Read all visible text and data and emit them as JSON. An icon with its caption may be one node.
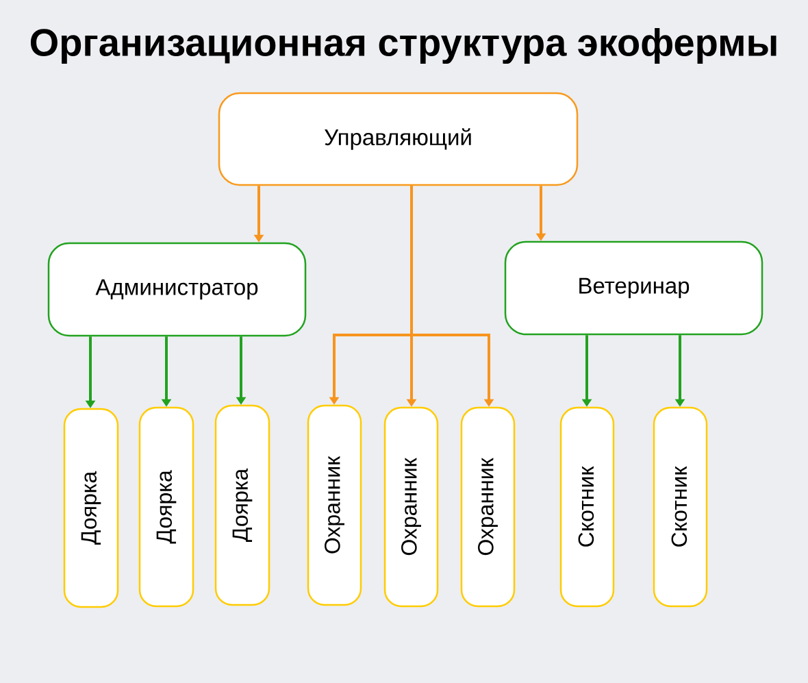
{
  "diagram": {
    "title": "Организационная структура экофермы",
    "nodes": [
      {
        "text": [
          "Управляющий"
        ]
      },
      {
        "text": [
          "Администратор"
        ]
      },
      {
        "text": [
          "Ветеринар"
        ]
      },
      {
        "text": [
          "Доярка"
        ]
      },
      {
        "text": [
          "Доярка"
        ]
      },
      {
        "text": [
          "Доярка"
        ]
      },
      {
        "text": [
          "Охранник"
        ]
      },
      {
        "text": [
          "Охранник"
        ]
      },
      {
        "text": [
          "Охранник"
        ]
      },
      {
        "text": [
          "Скотник"
        ]
      },
      {
        "text": [
          "Скотник"
        ]
      }
    ],
    "edges": [
      {
        "from": 0,
        "to": 1,
        "arrow": "to",
        "color": "#f7941d"
      },
      {
        "from": 0,
        "to": 2,
        "arrow": "to",
        "color": "#f7941d"
      },
      {
        "from": 0,
        "to": 6,
        "arrow": "to",
        "color": "#f7941d"
      },
      {
        "from": 0,
        "to": 7,
        "arrow": "to",
        "color": "#f7941d"
      },
      {
        "from": 0,
        "to": 8,
        "arrow": "to",
        "color": "#f7941d"
      },
      {
        "from": 1,
        "to": 3,
        "arrow": "to",
        "color": "#22a21f"
      },
      {
        "from": 1,
        "to": 4,
        "arrow": "to",
        "color": "#22a21f"
      },
      {
        "from": 1,
        "to": 5,
        "arrow": "to",
        "color": "#22a21f"
      },
      {
        "from": 2,
        "to": 9,
        "arrow": "to",
        "color": "#22a21f"
      },
      {
        "from": 2,
        "to": 10,
        "arrow": "to",
        "color": "#22a21f"
      }
    ]
  }
}
